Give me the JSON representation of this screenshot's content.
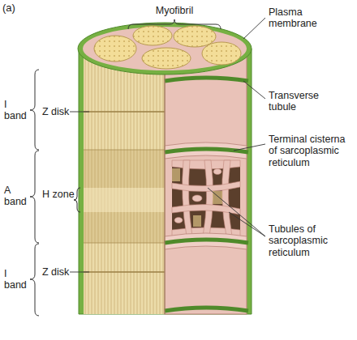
{
  "diagram": {
    "labels": [
      "(a)",
      "Myofibril",
      "Plasma membrane",
      "I band",
      "Z disk",
      "Transverse tubule",
      "Terminal cisterna of sarcoplasmic reticulum",
      "A band",
      "H zone",
      "Tubules of sarcoplasmic reticulum",
      "I band",
      "Z disk"
    ]
  }
}
